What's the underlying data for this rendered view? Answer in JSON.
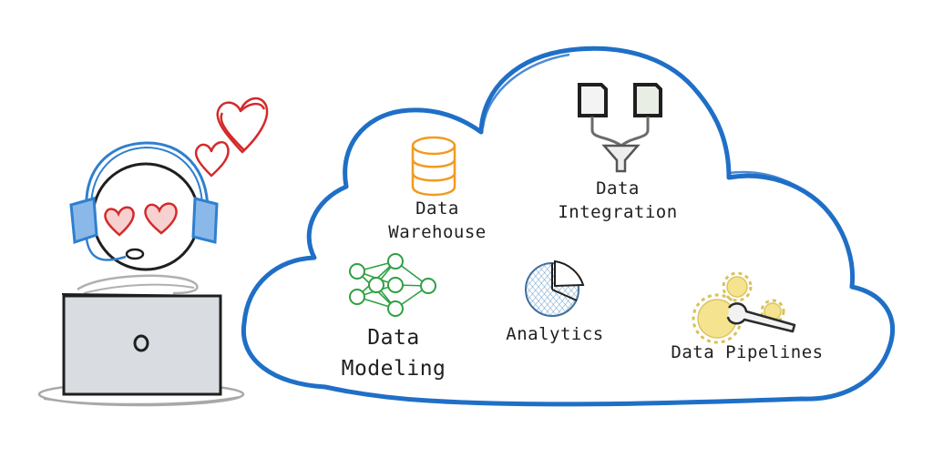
{
  "labels": {
    "data_warehouse": [
      "Data",
      "Warehouse"
    ],
    "data_integration": [
      "Data",
      "Integration"
    ],
    "data_modeling": [
      "Data",
      "Modeling"
    ],
    "analytics": "Analytics",
    "data_pipelines": "Data Pipelines"
  },
  "icons": {
    "warehouse": "database-cylinder-icon",
    "integration": "documents-funnel-icon",
    "modeling": "neural-network-icon",
    "analytics": "pie-chart-icon",
    "pipelines": "gears-wrench-icon",
    "person": "person-with-headset-icon",
    "hearts": "hearts-icon",
    "laptop": "laptop-icon"
  },
  "colors": {
    "cloud": "#1f6fc7",
    "headset": "#2f7fd0",
    "headset_fill": "#8ab8e8",
    "hearts": "#d42a2a",
    "warehouse": "#f29a1f",
    "modeling": "#2ea043",
    "analytics": "#3c6e9a",
    "gears": "#f2dc6b",
    "laptop": "#d9dde2",
    "outline": "#1f1f1f",
    "shadow": "#a8a8a8"
  }
}
